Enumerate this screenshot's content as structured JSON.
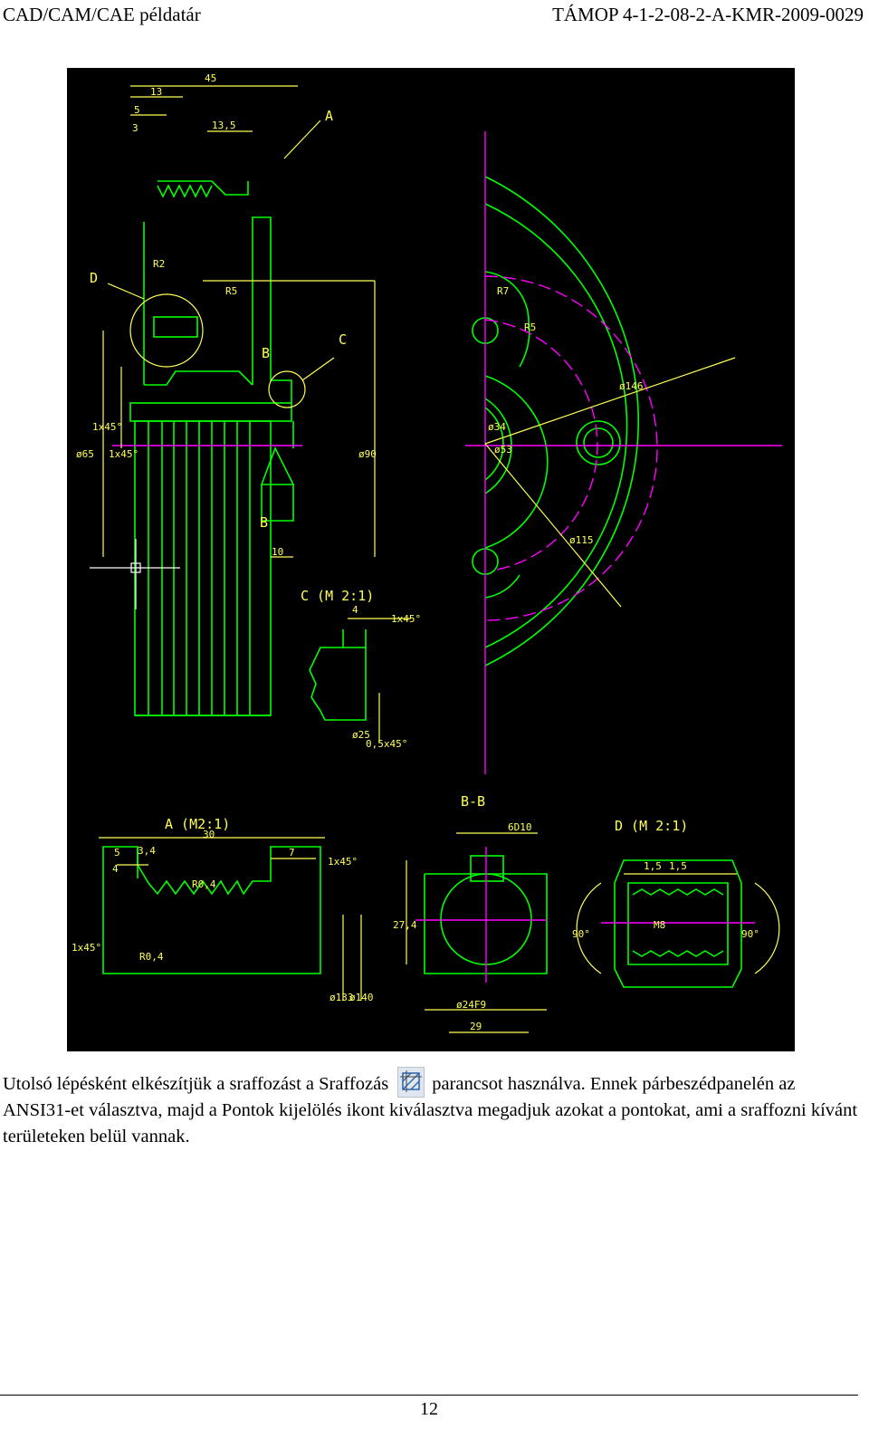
{
  "header": {
    "left_title": "CAD/CAM/CAE példatár",
    "right_title": "TÁMOP 4-1-2-08-2-A-KMR-2009-0029"
  },
  "drawing": {
    "labels": {
      "A": "A",
      "B": "B",
      "C": "C",
      "D": "D",
      "section_c": "C (M 2:1)",
      "section_a": "A (M2:1)",
      "section_bb": "B-B",
      "section_d": "D (M 2:1)"
    },
    "dimensions": {
      "d45": "45",
      "d13": "13",
      "d5": "5",
      "d3": "3",
      "d13_5": "13,5",
      "r2": "R2",
      "r5": "R5",
      "r7": "R7",
      "r5b": "R5",
      "d146": "ø146",
      "d34": "ø34",
      "d53": "ø53",
      "d115": "ø115",
      "d65": "ø65",
      "d90": "ø90",
      "d10": "10",
      "c1x45a": "1x45°",
      "c1x45b": "1x45°",
      "c_4": "4",
      "c_1x45": "1x45°",
      "c_25": "ø25",
      "c_05x45": "0,5x45°",
      "a_30": "30",
      "a_5": "5",
      "a_3_4": "3,4",
      "a_4": "4",
      "a_7": "7",
      "a_r04a": "R0,4",
      "a_r04b": "R0,4",
      "a_1x45a": "1x45°",
      "a_1x45b": "1x45°",
      "a_133": "ø133",
      "a_140": "ø140",
      "b_6d10": "6D10",
      "b_27": "27,4",
      "b_24f9": "ø24F9",
      "b_29": "29",
      "d_15a": "1,5",
      "d_15b": "1,5",
      "d_m8": "M8",
      "d_90a": "90°",
      "d_90b": "90°"
    },
    "colors": {
      "background": "#000000",
      "outline": "#00ff00",
      "dimension": "#ffff55",
      "center": "#ff00ff",
      "cursor": "#ffffff"
    }
  },
  "paragraph": {
    "text_before_icon": "Utolsó lépésként elkészítjük a sraffozást a Sraffozás",
    "icon_name": "hatch-icon",
    "text_after_icon": "parancsot használva. Ennek párbeszédpanelén az ANSI31-et választva, majd a Pontok kijelölés ikont kiválasztva megadjuk azokat a pontokat, ami a sraffozni kívánt területeken belül vannak."
  },
  "footer": {
    "page_number": "12"
  }
}
